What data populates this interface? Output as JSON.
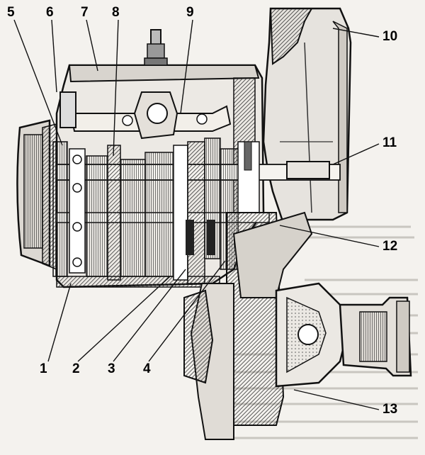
{
  "callouts": {
    "c1": "1",
    "c2": "2",
    "c3": "3",
    "c4": "4",
    "c5": "5",
    "c6": "6",
    "c7": "7",
    "c8": "8",
    "c9": "9",
    "c10": "10",
    "c11": "11",
    "c12": "12",
    "c13": "13"
  },
  "colors": {
    "ink": "#111111",
    "paper": "#f4f2ee",
    "hatch": "#444444",
    "shade": "#9a9a9a"
  }
}
